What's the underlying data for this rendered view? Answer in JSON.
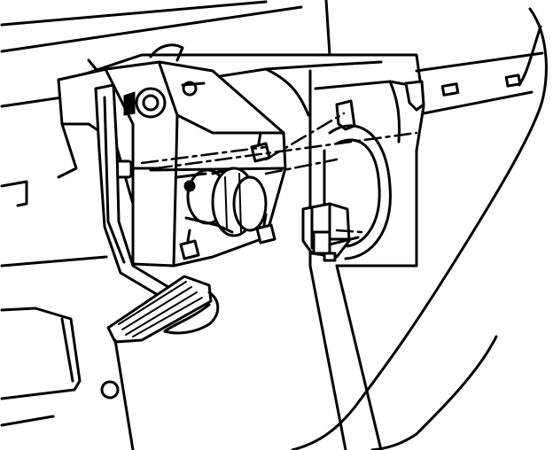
{
  "diagram": {
    "kind": "line-drawing",
    "colors": {
      "ink": "#000000",
      "paper": "#ffffff"
    },
    "components": [
      "vehicle-body-panel",
      "dash-frame",
      "pedal-mounting-bracket",
      "accelerator-pedal-arm",
      "accelerator-pedal-pad",
      "pedal-pivot-housing",
      "position-sensor-module",
      "sensor-electrical-connector",
      "mounting-fasteners",
      "alignment-centerlines",
      "floor-panel",
      "access-hole"
    ]
  }
}
